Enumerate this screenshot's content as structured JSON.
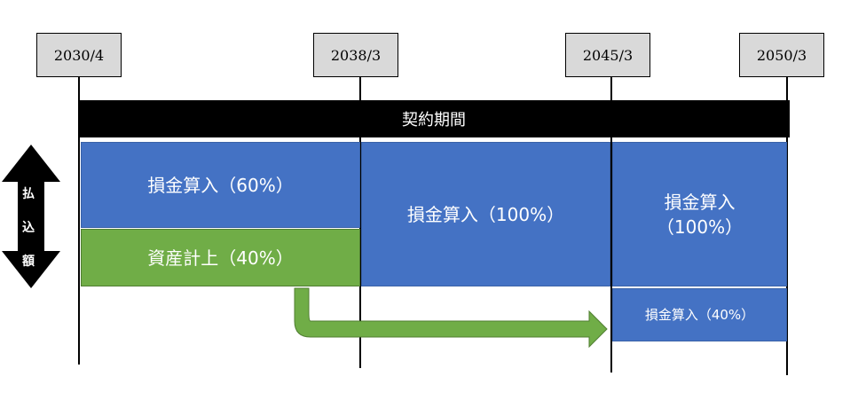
{
  "timeline": {
    "dates": [
      "2030/4",
      "2038/3",
      "2045/3",
      "2050/3"
    ]
  },
  "contract": {
    "label": "契約期間"
  },
  "side_arrow": {
    "chars": [
      "払",
      "込",
      "額"
    ]
  },
  "blocks": {
    "expense_60": "損金算入（60%）",
    "asset_40": "資産計上（40%）",
    "expense_100_a": "損金算入（100%）",
    "expense_100_b_line1": "損金算入",
    "expense_100_b_line2": "（100%）",
    "expense_40": "損金算入（40%）"
  },
  "colors": {
    "blue": "#4472c4",
    "green": "#70ad47",
    "black": "#000000",
    "date_box": "#d9d9d9"
  }
}
